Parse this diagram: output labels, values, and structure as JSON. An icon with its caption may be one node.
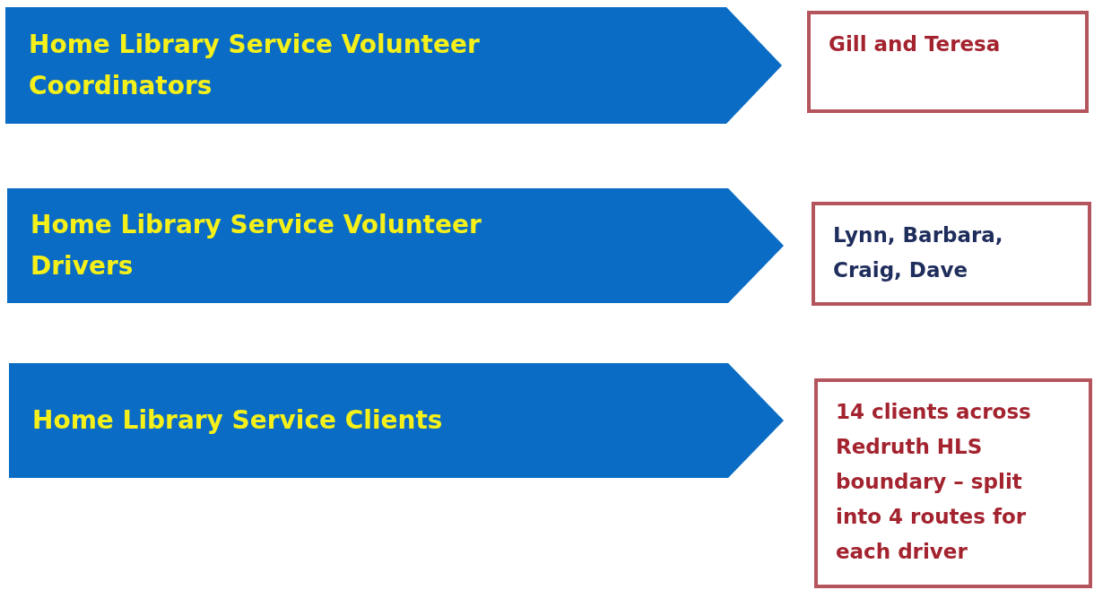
{
  "diagram": {
    "nodes": [
      {
        "text": [
          "Home Library Service Volunteer Coordinators"
        ]
      },
      {
        "text": [
          "Gill and Teresa"
        ]
      },
      {
        "text": [
          "Home Library Service Volunteer Drivers"
        ]
      },
      {
        "text": [
          "Lynn, Barbara, Craig, Dave"
        ]
      },
      {
        "text": [
          "Home Library Service Clients"
        ]
      },
      {
        "text": [
          "14 clients across Redruth HLS boundary – split into 4 routes for each driver"
        ]
      }
    ]
  }
}
